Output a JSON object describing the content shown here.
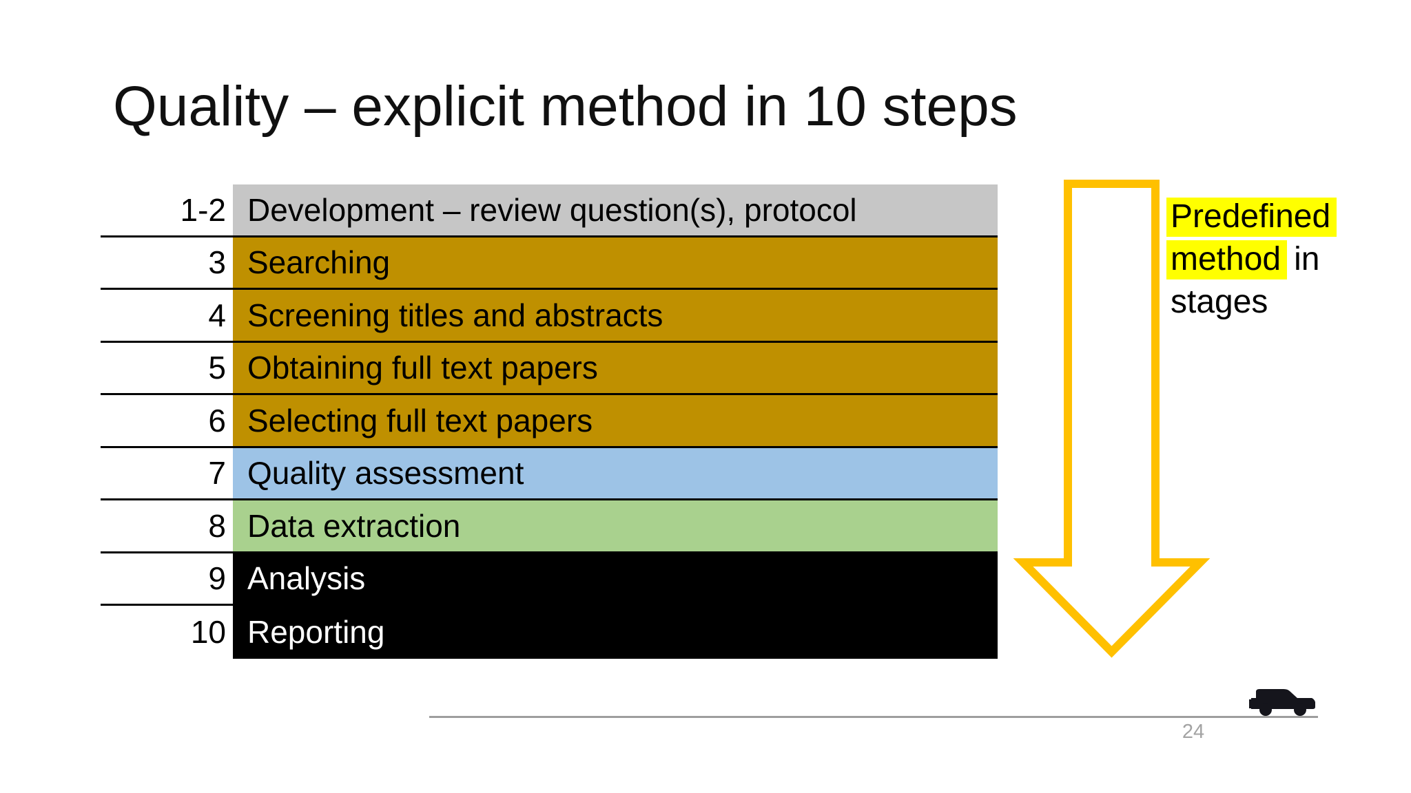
{
  "slide": {
    "title": "Quality – explicit method in 10 steps"
  },
  "steps_table": {
    "rows": [
      {
        "num": "1-2",
        "label": "Development – review question(s), protocol",
        "bg": "#C6C6C6",
        "fg": "#000000"
      },
      {
        "num": "3",
        "label": "Searching",
        "bg": "#BF9000",
        "fg": "#000000"
      },
      {
        "num": "4",
        "label": "Screening titles and abstracts",
        "bg": "#BF9000",
        "fg": "#000000"
      },
      {
        "num": "5",
        "label": "Obtaining full text papers",
        "bg": "#BF9000",
        "fg": "#000000"
      },
      {
        "num": "6",
        "label": "Selecting full text papers",
        "bg": "#BF9000",
        "fg": "#000000"
      },
      {
        "num": "7",
        "label": "Quality assessment",
        "bg": "#9DC3E6",
        "fg": "#000000"
      },
      {
        "num": "8",
        "label": "Data extraction",
        "bg": "#A9D18E",
        "fg": "#000000"
      },
      {
        "num": "9",
        "label": "Analysis",
        "bg": "#000000",
        "fg": "#FFFFFF"
      },
      {
        "num": "10",
        "label": "Reporting",
        "bg": "#000000",
        "fg": "#FFFFFF"
      }
    ]
  },
  "side_note": {
    "line1_highlighted": "Predefined",
    "line2_highlighted": "method",
    "line2_plain": "in",
    "line3_plain": "stages",
    "highlight_color": "#FFFF00"
  },
  "arrow": {
    "icon": "down-arrow-icon",
    "direction": "down",
    "stroke_color": "#FFC000",
    "fill_color": "#FFFFFF"
  },
  "footer": {
    "page_number": "24",
    "divider_color": "#9D9D9D",
    "vehicle_icon": "jeep-icon"
  }
}
